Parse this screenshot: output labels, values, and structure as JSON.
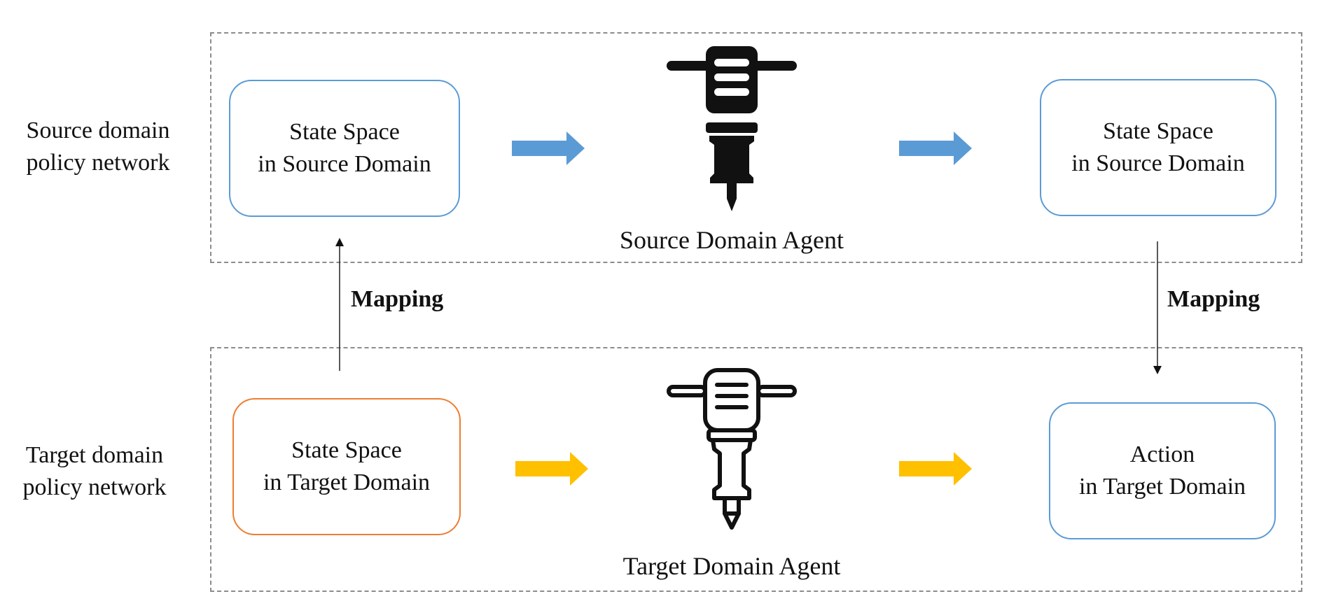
{
  "side_labels": {
    "source": [
      "Source domain",
      "policy network"
    ],
    "target": [
      "Target domain",
      "policy network"
    ]
  },
  "source_row": {
    "input_box": [
      "State Space",
      "in Source Domain"
    ],
    "agent_label": "Source Domain Agent",
    "output_box": [
      "State Space",
      "in Source Domain"
    ],
    "arrow_color": "#5b9bd5",
    "agent_icon": "jackhammer-solid-icon"
  },
  "target_row": {
    "input_box": [
      "State Space",
      "in Target Domain"
    ],
    "agent_label": "Target Domain Agent",
    "output_box": [
      "Action",
      "in Target Domain"
    ],
    "arrow_color": "#ffc000",
    "agent_icon": "jackhammer-outline-icon"
  },
  "mapping": {
    "left_label": "Mapping",
    "right_label": "Mapping"
  },
  "colors": {
    "box_border_blue": "#5b9bd5",
    "box_border_orange": "#ed7d31",
    "dashed_border": "#8c8c8c"
  }
}
